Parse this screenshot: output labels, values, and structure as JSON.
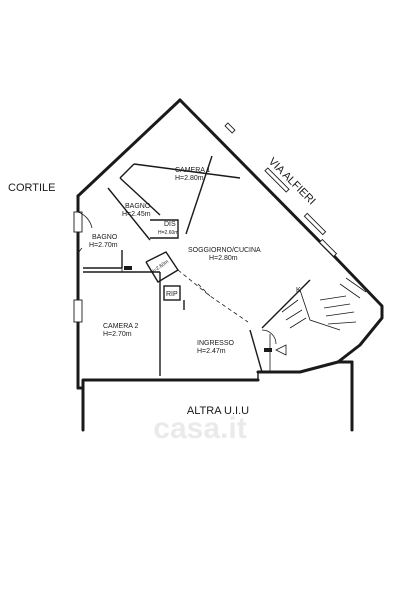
{
  "labels": {
    "cortile": "CORTILE",
    "via_alfieri": "VIA ALFIERI",
    "altra_uiu": "ALTRA U.I.U"
  },
  "rooms": {
    "camera1": {
      "name": "CAMERA 1",
      "height": "H=2.80m"
    },
    "bagno_top": {
      "name": "BAGNO",
      "height": "H=2.45m"
    },
    "dis": {
      "name": "DIS",
      "height": "H=2.60m"
    },
    "bagno_left": {
      "name": "BAGNO",
      "height": "H=2.70m"
    },
    "soggiorno": {
      "name": "SOGGIORNO/CUCINA",
      "height": "H=2.80m"
    },
    "hallway": {
      "height": "H=2.60m"
    },
    "rip": {
      "name": "RIP"
    },
    "k": {
      "name": "K"
    },
    "camera2": {
      "name": "CAMERA 2",
      "height": "H=2.70m"
    },
    "ingresso": {
      "name": "INGRESSO",
      "height": "H=2.47m"
    }
  },
  "watermark": "casa.it"
}
